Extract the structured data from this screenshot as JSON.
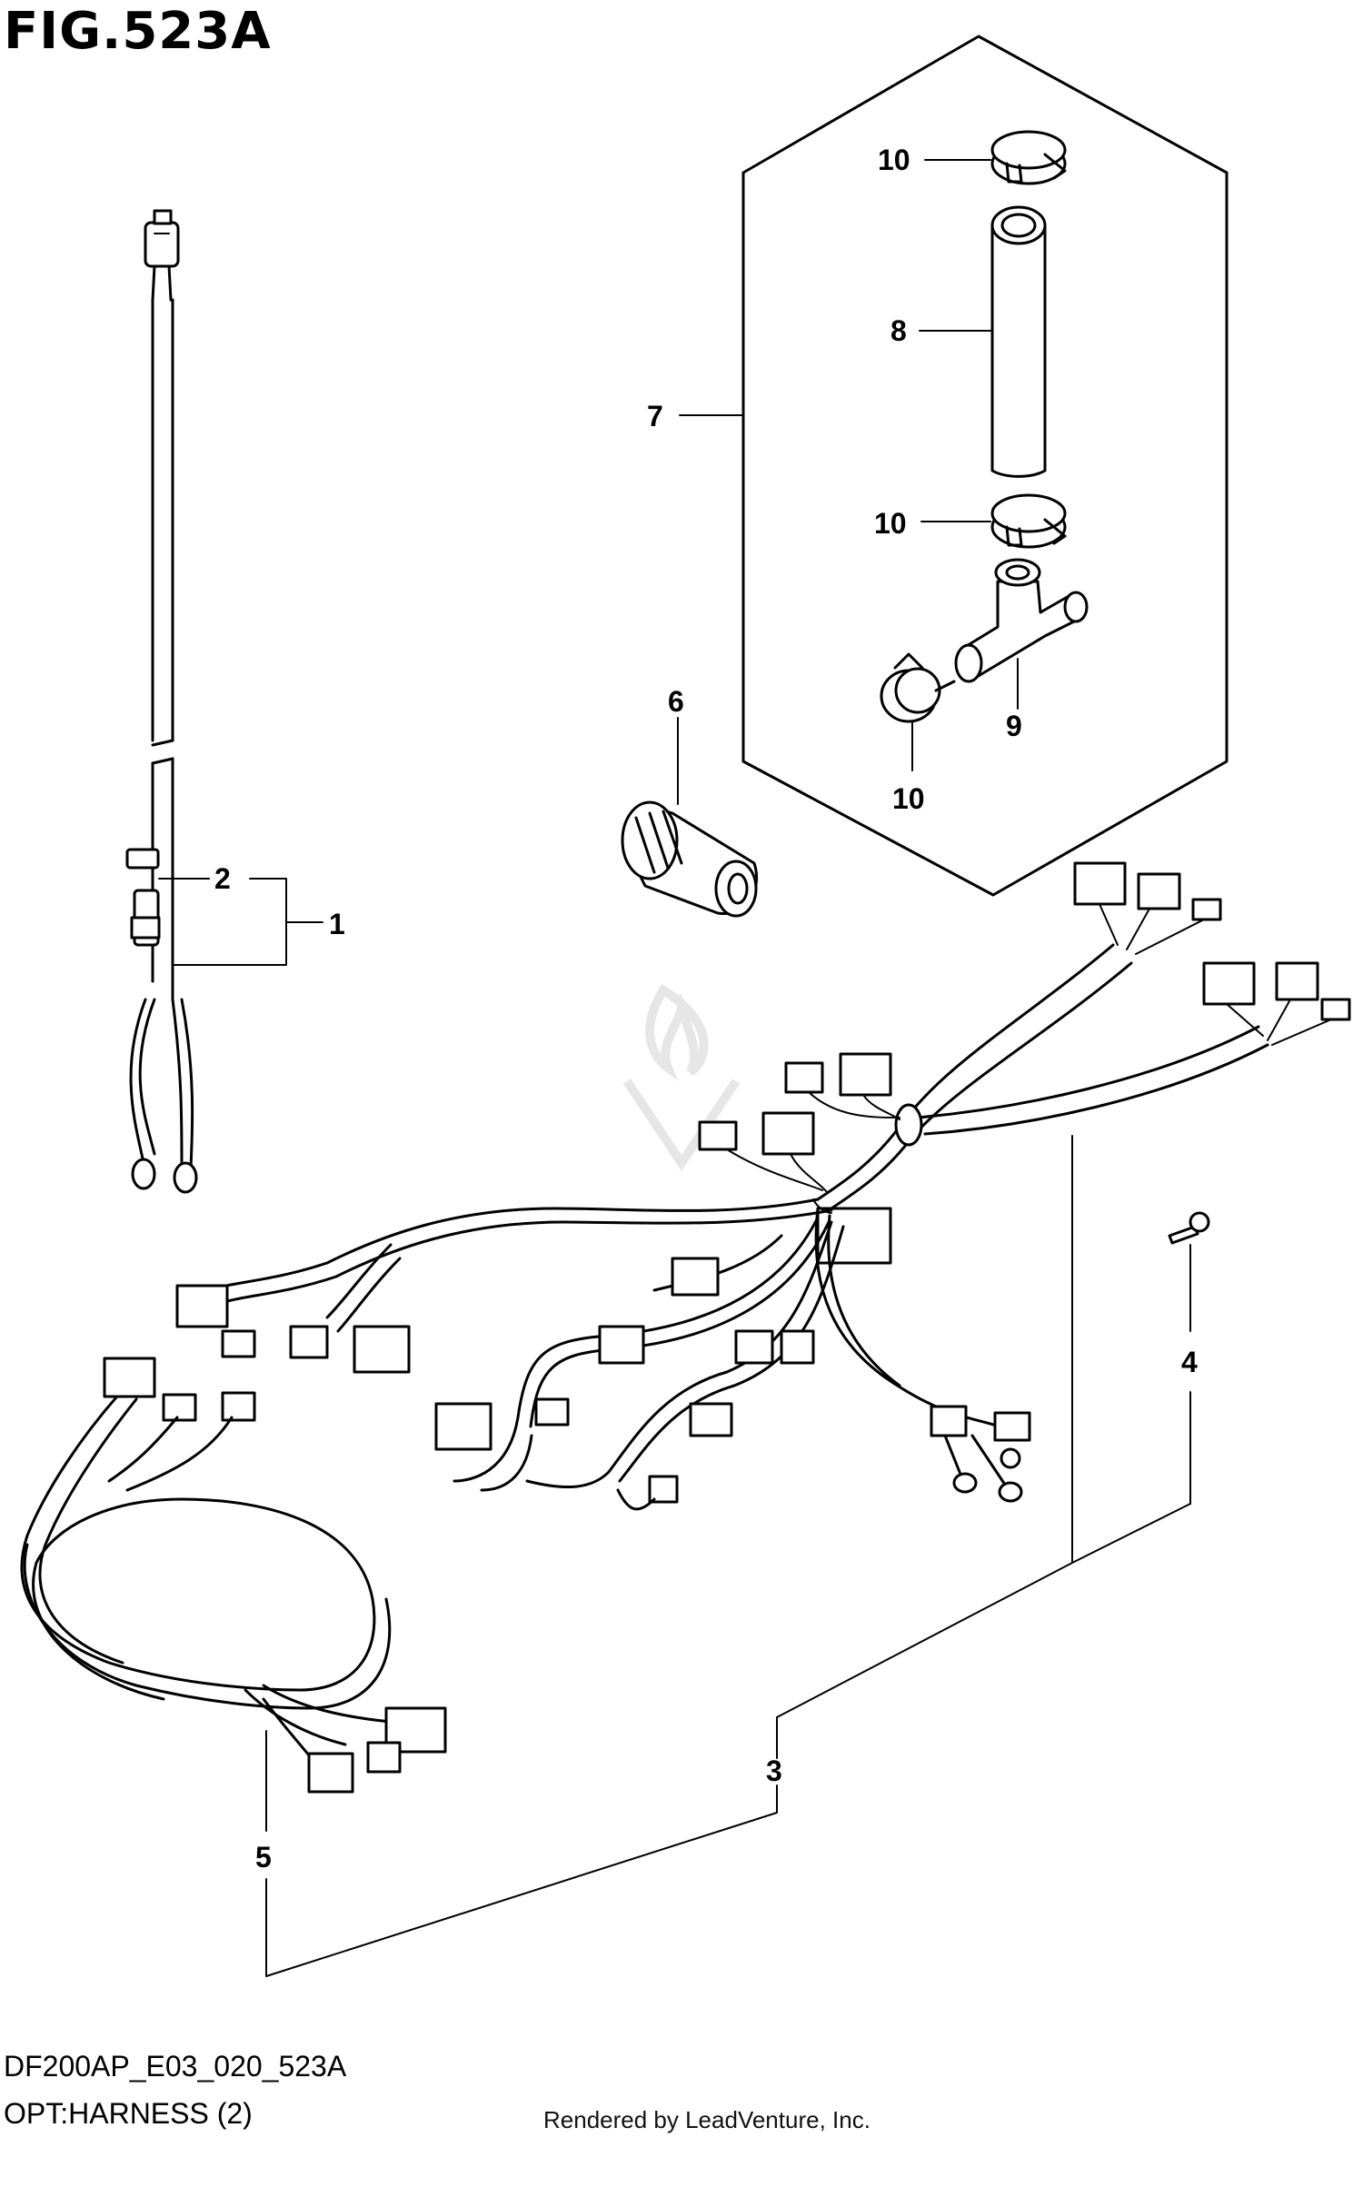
{
  "figure": {
    "title": "FIG.523A",
    "drawing_code": "DF200AP_E03_020_523A",
    "section": "OPT:HARNESS (2)",
    "credit": "Rendered by LeadVenture, Inc."
  },
  "callouts": [
    {
      "id": "label-1",
      "text": "1"
    },
    {
      "id": "label-2",
      "text": "2"
    },
    {
      "id": "label-3",
      "text": "3"
    },
    {
      "id": "label-4",
      "text": "4"
    },
    {
      "id": "label-5",
      "text": "5"
    },
    {
      "id": "label-6",
      "text": "6"
    },
    {
      "id": "label-7",
      "text": "7"
    },
    {
      "id": "label-8",
      "text": "8"
    },
    {
      "id": "label-9",
      "text": "9"
    },
    {
      "id": "label-10a",
      "text": "10"
    },
    {
      "id": "label-10b",
      "text": "10"
    },
    {
      "id": "label-10c",
      "text": "10"
    }
  ],
  "colors": {
    "ink": "#000000",
    "watermark": "#e6e6e6"
  }
}
